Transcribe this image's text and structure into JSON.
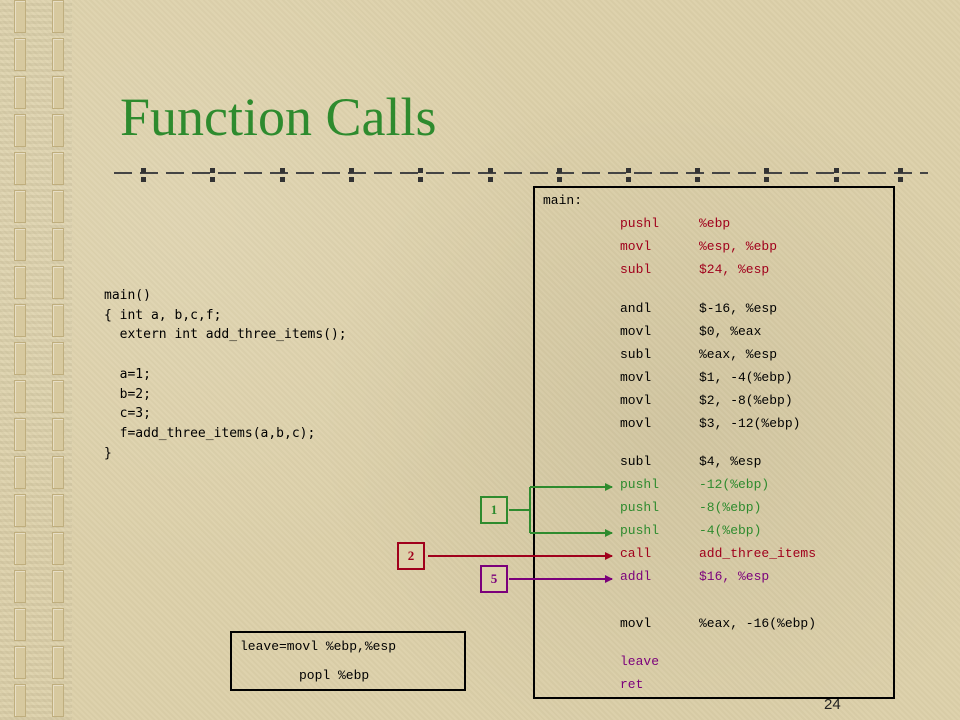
{
  "slide": {
    "title": "Function Calls",
    "page_number": "24"
  },
  "c_code": "main()\n{ int a, b,c,f;\n  extern int add_three_items();\n\n  a=1;\n  b=2;\n  c=3;\n  f=add_three_items(a,b,c);\n}",
  "asm": {
    "label": "main:",
    "lines": [
      {
        "op": "pushl",
        "args": "%ebp",
        "color": "#a0001c"
      },
      {
        "op": "movl",
        "args": "%esp, %ebp",
        "color": "#a0001c"
      },
      {
        "op": "subl",
        "args": "$24, %esp",
        "color": "#a0001c"
      },
      {
        "op": "andl",
        "args": "$-16, %esp",
        "color": "#000000"
      },
      {
        "op": "movl",
        "args": "$0, %eax",
        "color": "#000000"
      },
      {
        "op": "subl",
        "args": "%eax, %esp",
        "color": "#000000"
      },
      {
        "op": "movl",
        "args": "$1, -4(%ebp)",
        "color": "#000000"
      },
      {
        "op": "movl",
        "args": "$2, -8(%ebp)",
        "color": "#000000"
      },
      {
        "op": "movl",
        "args": "$3, -12(%ebp)",
        "color": "#000000"
      },
      {
        "op": "subl",
        "args": "$4, %esp",
        "color": "#000000"
      },
      {
        "op": "pushl",
        "args": "-12(%ebp)",
        "color": "#2e8b2e"
      },
      {
        "op": "pushl",
        "args": "-8(%ebp)",
        "color": "#2e8b2e"
      },
      {
        "op": "pushl",
        "args": "-4(%ebp)",
        "color": "#2e8b2e"
      },
      {
        "op": "call",
        "args": "add_three_items",
        "color": "#a0001c"
      },
      {
        "op": "addl",
        "args": "$16, %esp",
        "color": "#7b007b"
      },
      {
        "op": "movl",
        "args": "%eax, -16(%ebp)",
        "color": "#000000"
      },
      {
        "op": "leave",
        "args": "",
        "color": "#7b007b"
      },
      {
        "op": "ret",
        "args": "",
        "color": "#7b007b"
      }
    ]
  },
  "badges": [
    {
      "label": "1",
      "color": "#2e8b2e"
    },
    {
      "label": "2",
      "color": "#a0001c"
    },
    {
      "label": "5",
      "color": "#7b007b"
    }
  ],
  "leave_note": {
    "line1": "leave=movl %ebp,%esp",
    "line2": "popl %ebp"
  }
}
